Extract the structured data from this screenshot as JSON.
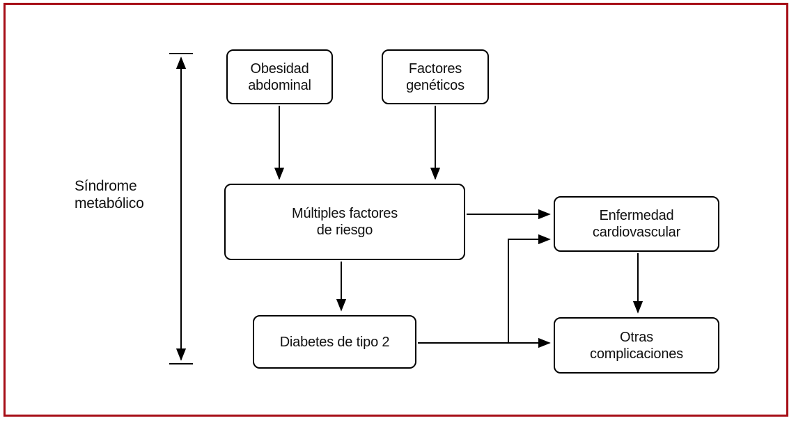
{
  "figure": {
    "bracket_label": "Síndrome\nmetabólico",
    "nodes": {
      "obesidad": {
        "label": "Obesidad\nabdominal"
      },
      "geneticos": {
        "label": "Factores\ngenéticos"
      },
      "multiples": {
        "label": "Múltiples factores\nde riesgo"
      },
      "diabetes": {
        "label": "Diabetes de tipo 2"
      },
      "enfermedad": {
        "label": "Enfermedad\ncardiovascular"
      },
      "otras": {
        "label": "Otras\ncomplicaciones"
      }
    },
    "edges": [
      {
        "from": "Obesidad abdominal",
        "to": "Múltiples factores de riesgo"
      },
      {
        "from": "Factores genéticos",
        "to": "Múltiples factores de riesgo"
      },
      {
        "from": "Múltiples factores de riesgo",
        "to": "Enfermedad cardiovascular"
      },
      {
        "from": "Múltiples factores de riesgo",
        "to": "Diabetes de tipo 2"
      },
      {
        "from": "Diabetes de tipo 2",
        "to": "Enfermedad cardiovascular"
      },
      {
        "from": "Diabetes de tipo 2",
        "to": "Otras complicaciones"
      },
      {
        "from": "Enfermedad cardiovascular",
        "to": "Otras complicaciones"
      }
    ],
    "colors": {
      "frame": "#A60D16",
      "line": "#000000",
      "text": "#111111",
      "background": "#FFFFFF"
    }
  }
}
